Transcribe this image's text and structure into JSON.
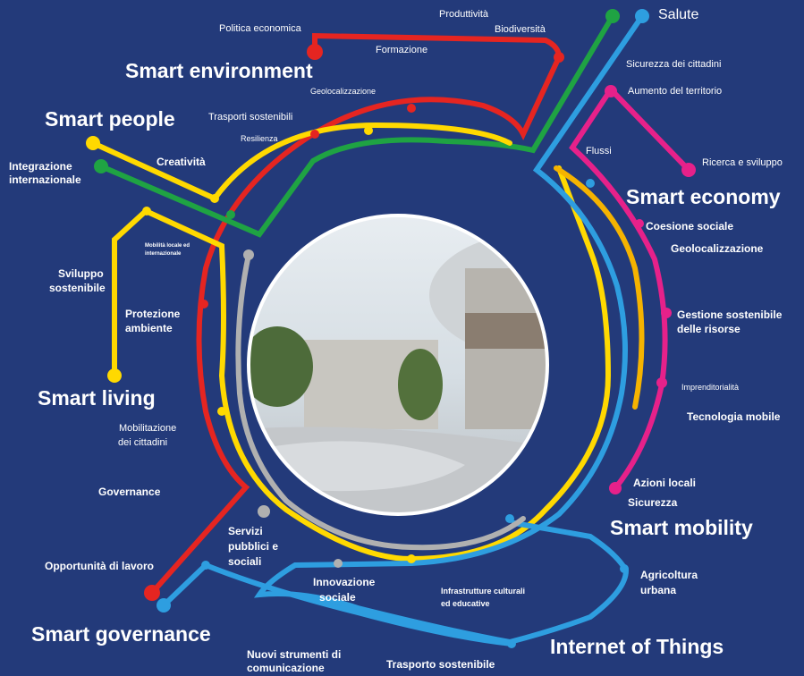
{
  "colors": {
    "background": "#233a7a",
    "red": "#e52521",
    "green": "#1fa343",
    "yellow": "#ffd900",
    "blue": "#2e9ee0",
    "magenta": "#e6218a",
    "orange": "#f5b300",
    "gray": "#b0b0b0",
    "photo_sky": "#dfe8ee",
    "photo_ground": "#c9ccd0"
  },
  "headings": {
    "smart_environment": "Smart environment",
    "smart_people": "Smart people",
    "smart_living": "Smart living",
    "smart_economy": "Smart economy",
    "smart_mobility": "Smart mobility",
    "smart_governance": "Smart governance",
    "internet_of_things": "Internet of Things"
  },
  "stations": {
    "politica_economica": "Politica economica",
    "produttivita": "Produttività",
    "biodiversita": "Biodiversità",
    "formazione": "Formazione",
    "salute": "Salute",
    "sicurezza_cittadini": "Sicurezza dei cittadini",
    "aumento_territorio": "Aumento del territorio",
    "geolocalizzazione_top": "Geolocalizzazione",
    "trasporti_sostenibili": "Trasporti sostenibili",
    "resilienza": "Resilienza",
    "creativita": "Creatività",
    "integrazione_1": "Integrazione",
    "integrazione_2": "internazionale",
    "flussi": "Flussi",
    "ricerca_sviluppo": "Ricerca e sviluppo",
    "mobilita_1": "Mobilità locale ed",
    "mobilita_2": "internazionale",
    "coesione_sociale": "Coesione sociale",
    "geolocalizzazione_right": "Geolocalizzazione",
    "sviluppo_1": "Sviluppo",
    "sviluppo_2": "sostenibile",
    "protezione_1": "Protezione",
    "protezione_2": "ambiente",
    "gestione_1": "Gestione sostenibile",
    "gestione_2": "delle risorse",
    "imprenditorialita": "Imprenditorialità",
    "tecnologia_mobile": "Tecnologia mobile",
    "mobilitazione_1": "Mobilitazione",
    "mobilitazione_2": "dei cittadini",
    "azioni_locali": "Azioni locali",
    "sicurezza": "Sicurezza",
    "governance": "Governance",
    "servizi_1": "Servizi",
    "servizi_2": "pubblici e",
    "servizi_3": "sociali",
    "opportunita_lavoro": "Opportunità di lavoro",
    "agricoltura_1": "Agricoltura",
    "agricoltura_2": "urbana",
    "innovazione_1": "Innovazione",
    "innovazione_2": "sociale",
    "infrastrutture_1": "Infrastrutture culturali",
    "infrastrutture_2": "ed educative",
    "nuovi_strumenti_1": "Nuovi strumenti di",
    "nuovi_strumenti_2": "comunicazione",
    "trasporto_sostenibile": "Trasporto sostenibile"
  }
}
